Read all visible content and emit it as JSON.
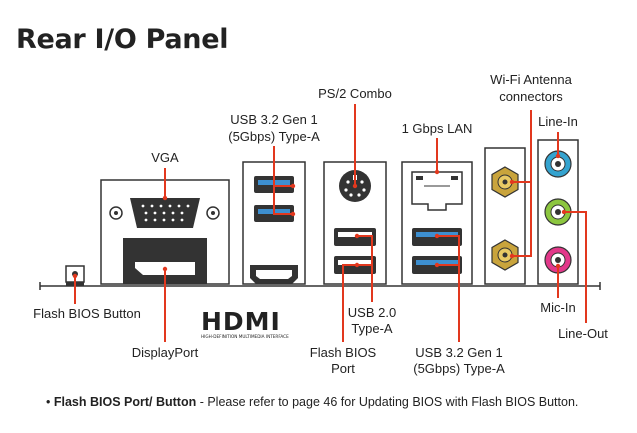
{
  "title": "Rear I/O Panel",
  "labels": {
    "ps2": "PS/2 Combo",
    "wifi_line1": "Wi-Fi Antenna",
    "wifi_line2": "connectors",
    "usb32_top_line1": "USB 3.2 Gen 1",
    "usb32_top_line2": "(5Gbps) Type-A",
    "lan": "1 Gbps LAN",
    "line_in": "Line-In",
    "vga": "VGA",
    "flash_button": "Flash BIOS Button",
    "hdmi_logo": "HDMI",
    "hdmi_tagline": "HIGH-DEFINITION MULTIMEDIA INTERFACE",
    "usb20_line1": "USB 2.0",
    "usb20_line2": "Type-A",
    "mic_in": "Mic-In",
    "line_out": "Line-Out",
    "displayport": "DisplayPort",
    "flash_port_line1": "Flash BIOS",
    "flash_port_line2": "Port",
    "usb32_bottom_line1": "USB 3.2 Gen 1",
    "usb32_bottom_line2": "(5Gbps) Type-A"
  },
  "note": {
    "bullet": "•",
    "bold": "Flash BIOS Port/ Button",
    "text": " - Please refer to page 46 for Updating BIOS with Flash BIOS Button."
  },
  "colors": {
    "callout": "#e2381e",
    "usb3_blue": "#3d8fd0",
    "line_in_blue": "#34a3cf",
    "line_out_green": "#8cc63f",
    "mic_pink": "#e2388a",
    "antenna_gold": "#c9a43c"
  }
}
